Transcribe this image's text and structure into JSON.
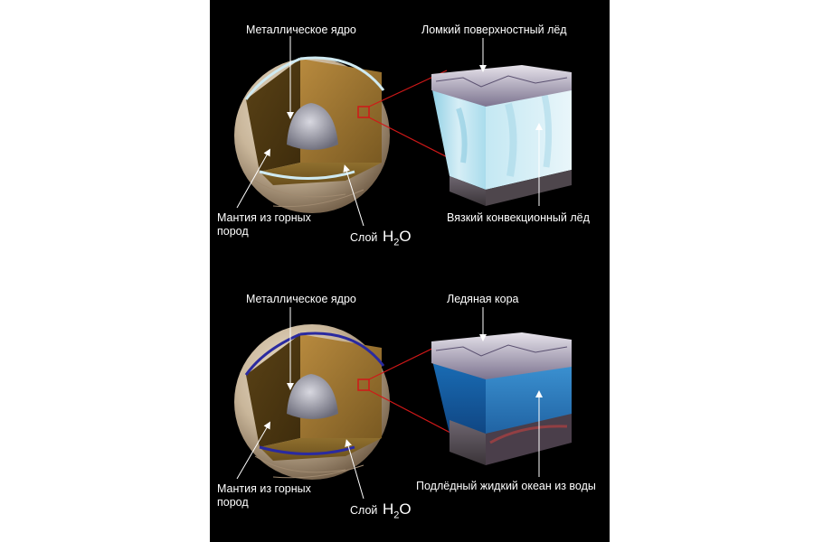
{
  "top": {
    "core_label": "Металлическое ядро",
    "surface_label": "Ломкий поверхностный лёд",
    "mantle_label": "Мантия из горных пород",
    "layer_label": "Слой",
    "water_main": "H",
    "water_sub": "2",
    "water_end": "O",
    "bottom_label": "Вязкий конвекционный лёд"
  },
  "bottom": {
    "core_label": "Металлическое ядро",
    "surface_label": "Ледяная кора",
    "mantle_label": "Мантия из горных пород",
    "layer_label": "Слой",
    "water_main": "H",
    "water_sub": "2",
    "water_end": "O",
    "bottom_label": "Подлёдный жидкий океан из воды"
  },
  "colors": {
    "background": "#000000",
    "page": "#ffffff",
    "pointer_red": "#d01818",
    "mantle_brown": "#8a6a2a",
    "ice_blue": "#bfe3f0",
    "ocean_blue": "#2a7fc0"
  }
}
